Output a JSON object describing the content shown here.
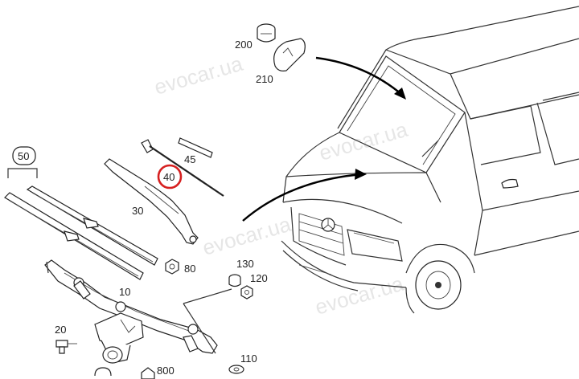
{
  "watermark": "evocar.ua",
  "labels": {
    "p200": "200",
    "p210": "210",
    "p45": "45",
    "p40": "40",
    "p30": "30",
    "p50": "50",
    "p80": "80",
    "p130": "130",
    "p120": "120",
    "p10": "10",
    "p20": "20",
    "p110": "110",
    "p800": "800"
  },
  "highlight": {
    "part": "40",
    "color": "#d62020"
  },
  "colors": {
    "line": "#222222",
    "watermark": "#e6e6e6"
  }
}
